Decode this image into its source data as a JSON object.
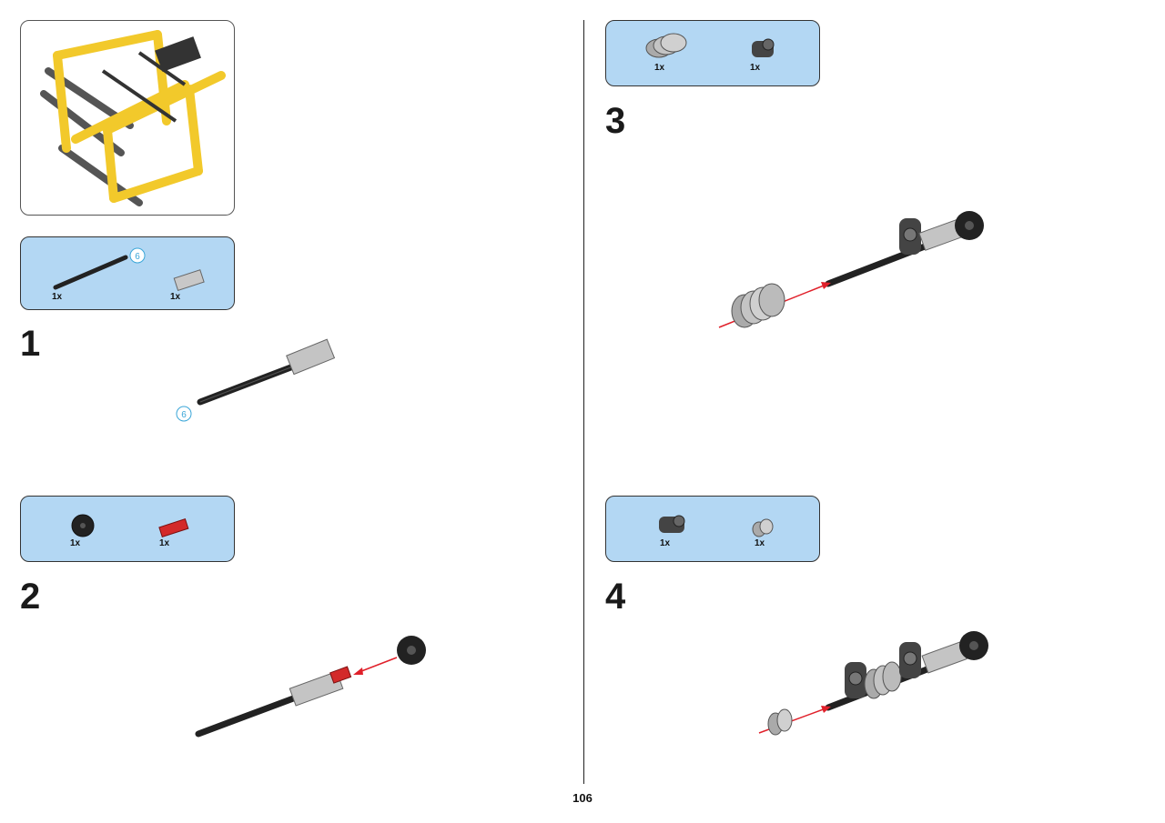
{
  "page": {
    "number": "106"
  },
  "steps": [
    {
      "number": "1",
      "parts": [
        {
          "name": "axle-length-6",
          "qty": "1x",
          "length_callout": "6"
        },
        {
          "name": "bush-connector-gray",
          "qty": "1x"
        }
      ],
      "callout": "6"
    },
    {
      "number": "2",
      "parts": [
        {
          "name": "gear-black-12-tooth",
          "qty": "1x"
        },
        {
          "name": "axle-pin-red",
          "qty": "1x"
        }
      ]
    },
    {
      "number": "3",
      "parts": [
        {
          "name": "worm-gear-gray",
          "qty": "1x"
        },
        {
          "name": "axle-pin-cross-block",
          "qty": "1x"
        }
      ]
    },
    {
      "number": "4",
      "parts": [
        {
          "name": "axle-pin-cross-block",
          "qty": "1x"
        },
        {
          "name": "bush-half-gray",
          "qty": "1x"
        }
      ]
    }
  ],
  "colors": {
    "parts_box": "#b3d7f3",
    "model_yellow": "#f2c92b",
    "arrow_red": "#e0202a",
    "callout_blue": "#3aa6d8"
  }
}
